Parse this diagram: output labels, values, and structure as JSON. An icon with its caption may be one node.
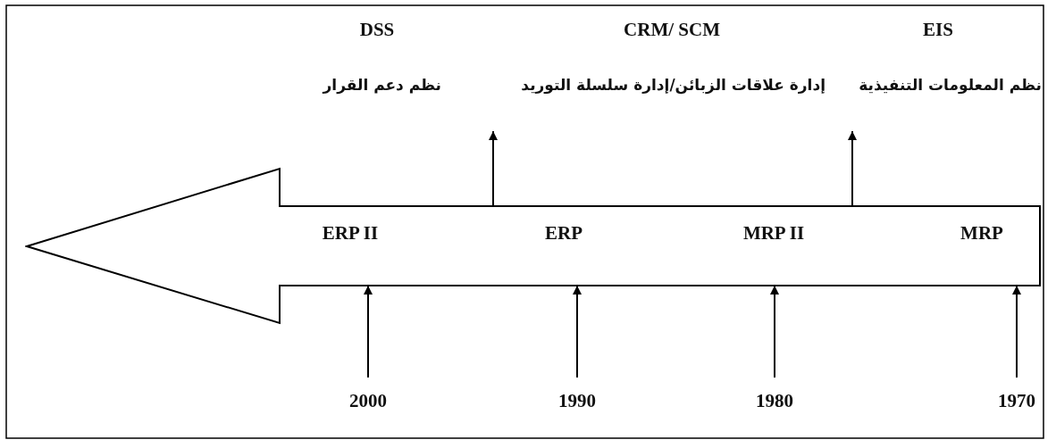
{
  "diagram": {
    "nodes": [
      {
        "text": [
          "ERP II",
          "ERP",
          "MRP II",
          "MRP"
        ]
      },
      {
        "text": [
          "2000"
        ]
      },
      {
        "text": [
          "1990"
        ]
      },
      {
        "text": [
          "1980"
        ]
      },
      {
        "text": [
          "1970"
        ]
      }
    ],
    "edges": [
      {
        "from": 1,
        "to": 0,
        "arrow": "to"
      },
      {
        "from": 2,
        "to": 0,
        "arrow": "to"
      },
      {
        "from": 3,
        "to": 0,
        "arrow": "to"
      },
      {
        "from": 4,
        "to": 0,
        "arrow": "to"
      },
      {
        "from": 0,
        "to": null,
        "arrow": "to"
      },
      {
        "from": 0,
        "to": null,
        "arrow": "to"
      }
    ],
    "labels": [
      "DSS",
      "CRM/ SCM",
      "EIS",
      "نظم دعم القرار",
      "إدارة علاقات الزبائن/إدارة سلسلة التوريد",
      "نظم المعلومات التنفيذية"
    ]
  }
}
